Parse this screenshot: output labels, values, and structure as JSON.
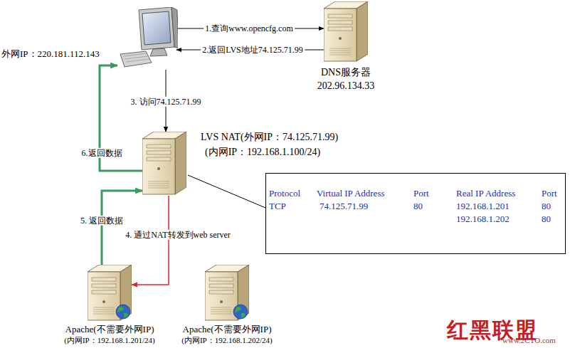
{
  "diagram": {
    "nodes": [
      {
        "text": [
          "外网IP：220.181.112.143"
        ]
      },
      {
        "text": [
          "DNS服务器",
          "202.96.134.33"
        ]
      },
      {
        "text": [
          "LVS NAT(外网IP：74.125.71.99)",
          "(内网IP：192.168.1.100/24)"
        ]
      },
      {
        "text": [
          "Protocol",
          "Virtual IP Address",
          "Port",
          "Real IP Address",
          "Port",
          "TCP",
          "74.125.71.99",
          "80",
          "192.168.1.201",
          "80",
          "192.168.1.202",
          "80"
        ]
      },
      {
        "text": [
          "Apache(不需要外网IP)",
          "(内网IP：192.168.1.201/24)"
        ]
      },
      {
        "text": [
          "Apache(不需要外网IP)",
          "(内网IP：192.168.1.202/24)"
        ]
      }
    ],
    "edges": [
      {
        "from": 0,
        "to": 1,
        "label": "1.查询www.opencfg.com",
        "arrow": "to"
      },
      {
        "from": 1,
        "to": 0,
        "label": "2.返回LVS地址74.125.71.99",
        "arrow": "to"
      },
      {
        "from": 0,
        "to": 2,
        "label": "3. 访问74.125.71.99",
        "arrow": "to"
      },
      {
        "from": 2,
        "to": 4,
        "label": "4. 通过NAT转发到web server",
        "arrow": "to"
      },
      {
        "from": 4,
        "to": 2,
        "label": "5. 返回数据",
        "arrow": "to"
      },
      {
        "from": 2,
        "to": 0,
        "label": "6.返回数据",
        "arrow": "to"
      },
      {
        "from": 2,
        "to": 3,
        "arrow": "none"
      }
    ],
    "labels": [
      "红黑联盟",
      "www.2CTO.com"
    ]
  }
}
